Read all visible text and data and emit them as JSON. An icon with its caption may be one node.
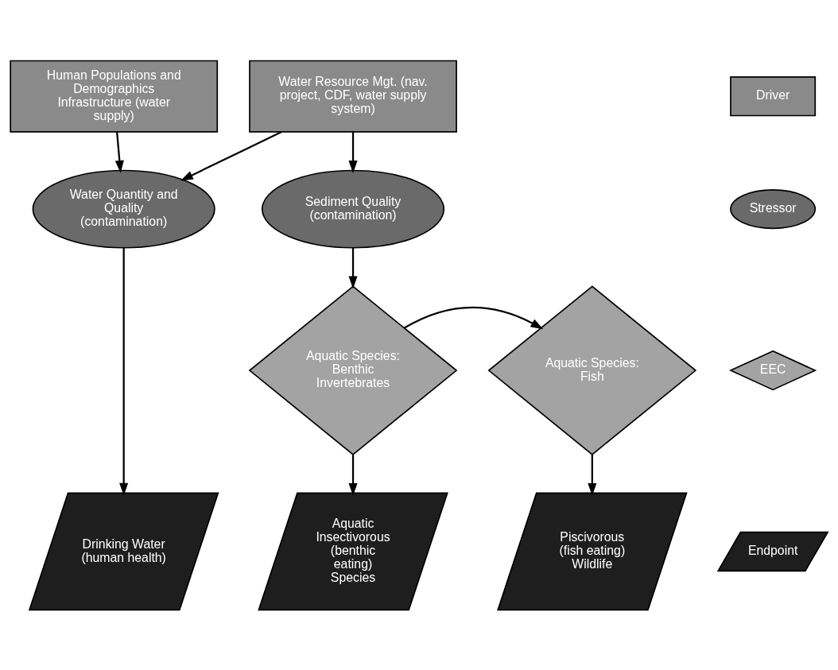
{
  "diagram": {
    "nodes": [
      {
        "text": [
          "Human Populations and Demographics Infrastructure (water supply)"
        ]
      },
      {
        "text": [
          "Water Resource Mgt. (nav. project, CDF, water supply system)"
        ]
      },
      {
        "text": [
          "Sediment Quality (contamination)"
        ]
      },
      {
        "text": [
          "Water Quantity and Quality (contamination)"
        ]
      },
      {
        "text": [
          "Aquatic Species: Benthic Invertebrates"
        ]
      },
      {
        "text": [
          "Aquatic Species: Fish"
        ]
      },
      {
        "text": [
          "Aquatic Insectivorous (benthic eating) Species"
        ]
      },
      {
        "text": [
          "Piscivorous (fish eating) Wildlife"
        ]
      },
      {
        "text": [
          "Drinking Water (human health)"
        ]
      }
    ],
    "edges": [
      {
        "from": 0,
        "to": 3,
        "arrow": "to"
      },
      {
        "from": 1,
        "to": 2,
        "arrow": "to"
      },
      {
        "from": 1,
        "to": 3,
        "arrow": "to"
      },
      {
        "from": 2,
        "to": 4,
        "arrow": "to"
      },
      {
        "from": 3,
        "to": 8,
        "arrow": "to"
      },
      {
        "from": 4,
        "to": 5,
        "arrow": "to"
      },
      {
        "from": 4,
        "to": 6,
        "arrow": "to"
      },
      {
        "from": 5,
        "to": 7,
        "arrow": "to"
      }
    ],
    "legend": [
      {
        "text": "Driver"
      },
      {
        "text": "Stressor"
      },
      {
        "text": "EEC"
      },
      {
        "text": "Endpoint"
      }
    ]
  }
}
